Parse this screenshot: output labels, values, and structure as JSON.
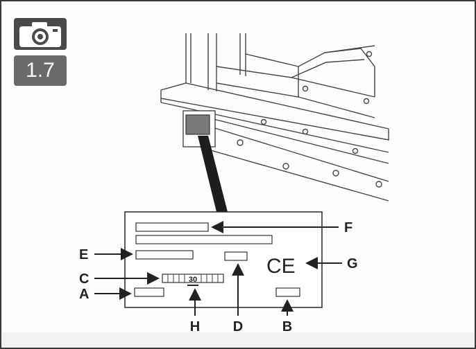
{
  "step": {
    "icon": "camera-icon",
    "number": "1.7"
  },
  "callouts": {
    "A": "A",
    "B": "B",
    "C": "C",
    "D": "D",
    "E": "E",
    "F": "F",
    "G": "G",
    "H": "H"
  },
  "plate": {
    "ce_mark": "CE",
    "serial_digits": "30"
  }
}
